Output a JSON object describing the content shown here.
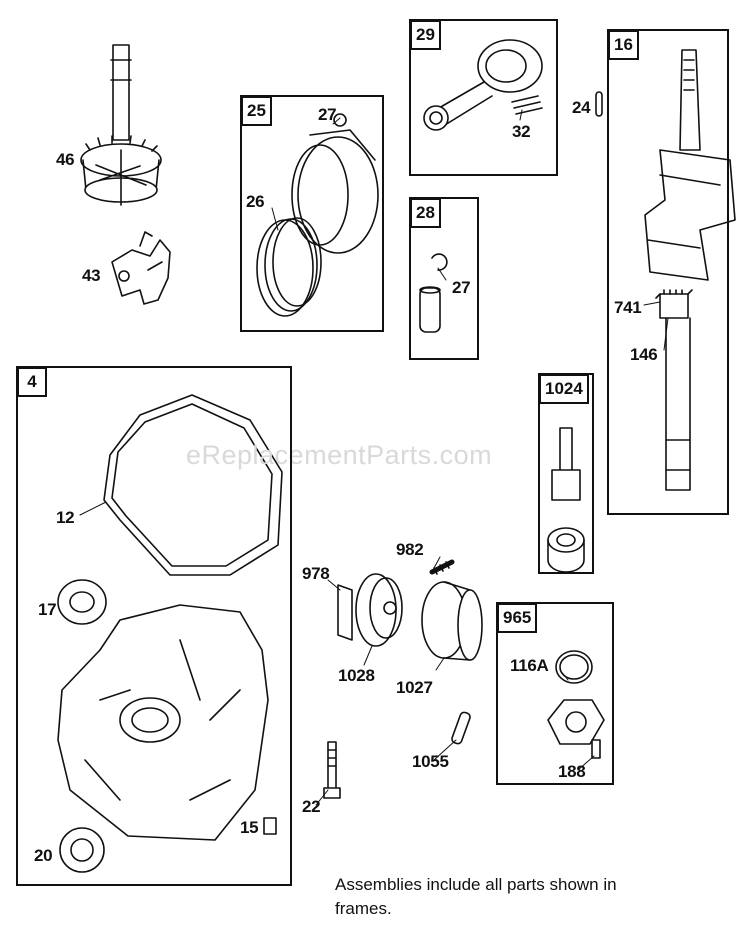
{
  "watermark": "eReplacementParts.com",
  "note": "Assemblies include all parts shown in frames.",
  "frames": {
    "f25": "25",
    "f29": "29",
    "f28": "28",
    "f16": "16",
    "f4": "4",
    "f1024": "1024",
    "f965": "965"
  },
  "labels": {
    "p46": "46",
    "p43": "43",
    "p27a": "27",
    "p26": "26",
    "p32": "32",
    "p24": "24",
    "p27b": "27",
    "p741": "741",
    "p146": "146",
    "p12": "12",
    "p17": "17",
    "p20": "20",
    "p15": "15",
    "p978": "978",
    "p982": "982",
    "p1028": "1028",
    "p1027": "1027",
    "p1055": "1055",
    "p22": "22",
    "p116a": "116A",
    "p188": "188"
  }
}
